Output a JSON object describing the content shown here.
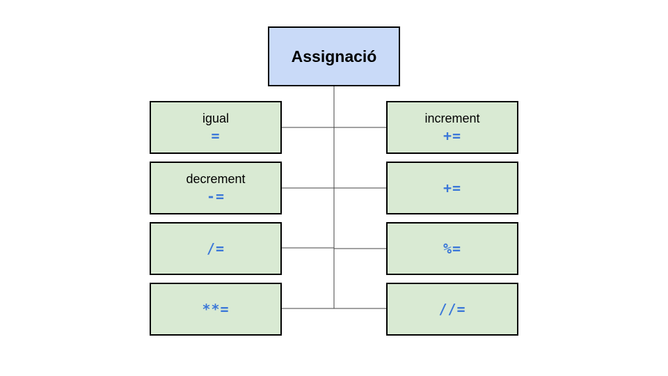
{
  "root": {
    "title": "Assignació"
  },
  "nodes": {
    "igual": {
      "label": "igual",
      "op": "="
    },
    "decrement": {
      "label": "decrement",
      "op": "-="
    },
    "div": {
      "label": "",
      "op": "/="
    },
    "pow": {
      "label": "",
      "op": "**="
    },
    "increment": {
      "label": "increment",
      "op": "+="
    },
    "plus": {
      "label": "",
      "op": "+="
    },
    "mod": {
      "label": "",
      "op": "%="
    },
    "floordiv": {
      "label": "",
      "op": "//="
    }
  },
  "colors": {
    "root_fill": "#c9daf8",
    "node_fill": "#d9ead3",
    "operator_text": "#3c78d8",
    "border": "#000000",
    "connector": "#434343"
  }
}
